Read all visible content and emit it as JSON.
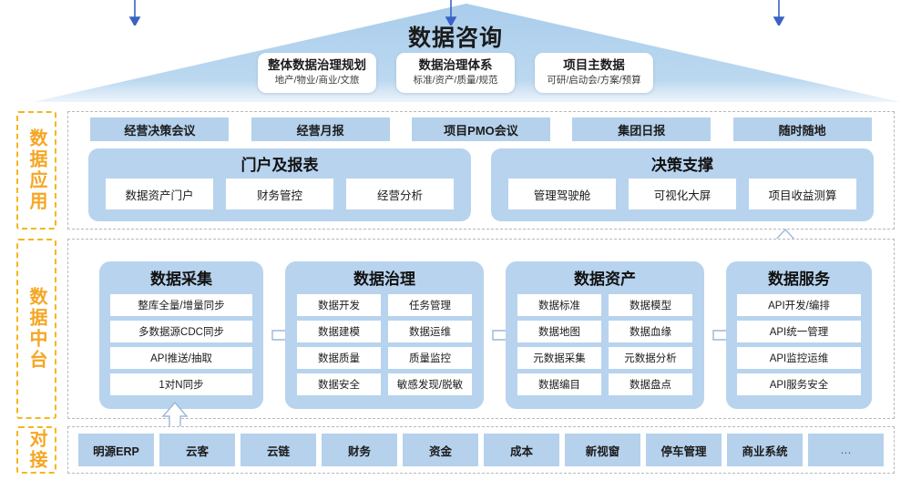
{
  "roof": {
    "title": "数据咨询",
    "cards": [
      {
        "title": "整体数据治理规划",
        "subtitle": "地产/物业/商业/文旅"
      },
      {
        "title": "数据治理体系",
        "subtitle": "标准/资产/质量/规范"
      },
      {
        "title": "项目主数据",
        "subtitle": "可研/启动会/方案/预算"
      }
    ]
  },
  "rails": {
    "application": "数据应用",
    "platform": "数据中台",
    "connect": "对接"
  },
  "application": {
    "tabs": [
      {
        "label": "经营决策会议"
      },
      {
        "label": "经营月报"
      },
      {
        "label": "项目PMO会议"
      },
      {
        "label": "集团日报"
      },
      {
        "label": "随时随地"
      }
    ],
    "groups": [
      {
        "title": "门户及报表",
        "items": [
          "数据资产门户",
          "财务管控",
          "经营分析"
        ]
      },
      {
        "title": "决策支撑",
        "items": [
          "管理驾驶舱",
          "可视化大屏",
          "项目收益测算"
        ]
      }
    ]
  },
  "platform": {
    "pillars": [
      {
        "title": "数据采集",
        "columns": 1,
        "items": [
          "整库全量/增量同步",
          "多数据源CDC同步",
          "API推送/抽取",
          "1对N同步"
        ]
      },
      {
        "title": "数据治理",
        "columns": 2,
        "items": [
          "数据开发",
          "任务管理",
          "数据建模",
          "数据运维",
          "数据质量",
          "质量监控",
          "数据安全",
          "敏感发现/脱敏"
        ]
      },
      {
        "title": "数据资产",
        "columns": 2,
        "items": [
          "数据标准",
          "数据模型",
          "数据地图",
          "数据血缘",
          "元数据采集",
          "元数据分析",
          "数据编目",
          "数据盘点"
        ]
      },
      {
        "title": "数据服务",
        "columns": 1,
        "items": [
          "API开发/编排",
          "API统一管理",
          "API监控运维",
          "API服务安全"
        ]
      }
    ]
  },
  "connect": {
    "systems": [
      "明源ERP",
      "云客",
      "云链",
      "财务",
      "资金",
      "成本",
      "新视窗",
      "停车管理",
      "商业系统",
      "…"
    ]
  },
  "colors": {
    "roof_fill": "#b7d4ef",
    "panel_blue": "#b8d3ee",
    "tab_blue": "#b5d1ec",
    "rail_orange": "#f5a623",
    "arrow_blue": "#3a62c4",
    "flow_outline": "#9bb8d8",
    "dashed_gray": "#b9b9b9"
  }
}
